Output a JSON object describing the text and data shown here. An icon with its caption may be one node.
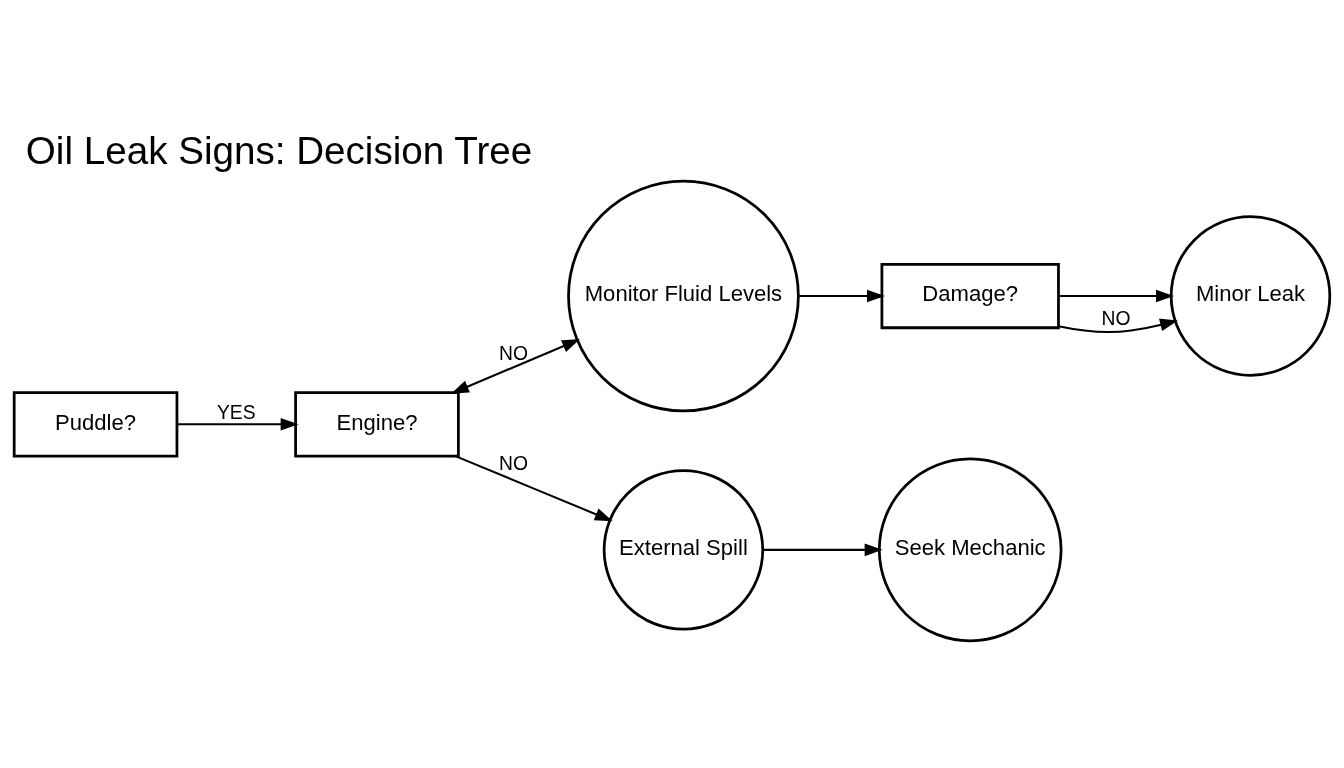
{
  "diagram": {
    "title": "Oil Leak Signs: Decision Tree",
    "nodes": [
      {
        "text": [
          "Puddle?"
        ]
      },
      {
        "text": [
          "Engine?"
        ]
      },
      {
        "text": [
          "Damage?"
        ]
      },
      {
        "text": [
          "Monitor Fluid Levels"
        ]
      },
      {
        "text": [
          "External Spill"
        ]
      },
      {
        "text": [
          "Seek Mechanic"
        ]
      },
      {
        "text": [
          "Minor Leak"
        ]
      }
    ],
    "edges": [
      {
        "from": 0,
        "to": 1,
        "arrow": "to",
        "label": "YES"
      },
      {
        "from": 1,
        "to": 3,
        "arrow": "both",
        "label": "NO"
      },
      {
        "from": 1,
        "to": 4,
        "arrow": "to",
        "label": "NO"
      },
      {
        "from": 4,
        "to": 5,
        "arrow": "to"
      },
      {
        "from": 3,
        "to": 2,
        "arrow": "to"
      },
      {
        "from": 2,
        "to": 6,
        "arrow": "to"
      },
      {
        "from": 2,
        "to": 6,
        "arrow": "to",
        "label": "NO"
      }
    ]
  }
}
